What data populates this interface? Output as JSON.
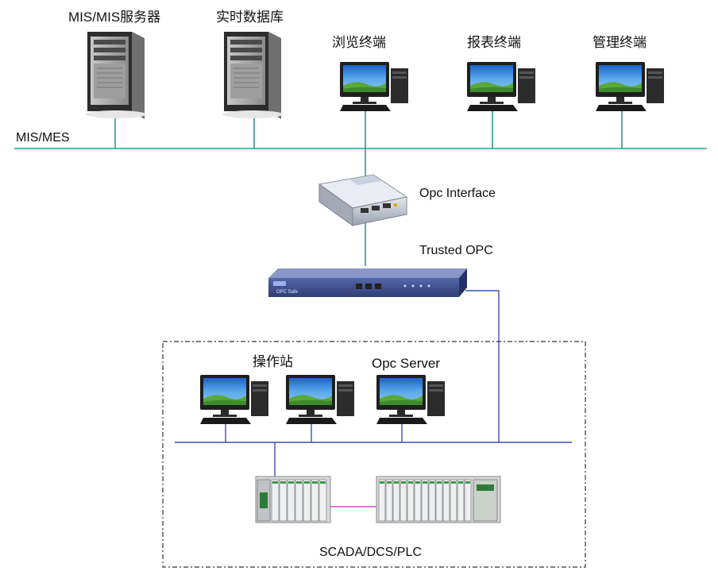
{
  "labels": {
    "mis_server": "MIS/MIS服务器",
    "realtime_db": "实时数据库",
    "browse_terminal": "浏览终端",
    "report_terminal": "报表终端",
    "manage_terminal": "管理终端",
    "mis_mes": "MIS/MES",
    "opc_interface": "Opc Interface",
    "trusted_opc": "Trusted OPC",
    "device_brand": "OPC Safe",
    "operator_station": "操作站",
    "opc_server": "Opc Server",
    "scada": "SCADA/DCS/PLC"
  },
  "colors": {
    "mis_bus": "#2a9d8f",
    "control_bus": "#3f4fb5",
    "plc_link": "#d14fd1",
    "dashed_border": "#333333",
    "router_body": "#3b4c8c"
  },
  "icons": {
    "server": "tower-server-icon",
    "workstation": "desktop-computer-icon",
    "gateway": "industrial-box-pc-icon",
    "firewall": "rack-security-appliance-icon",
    "plc": "plc-rack-icon"
  }
}
